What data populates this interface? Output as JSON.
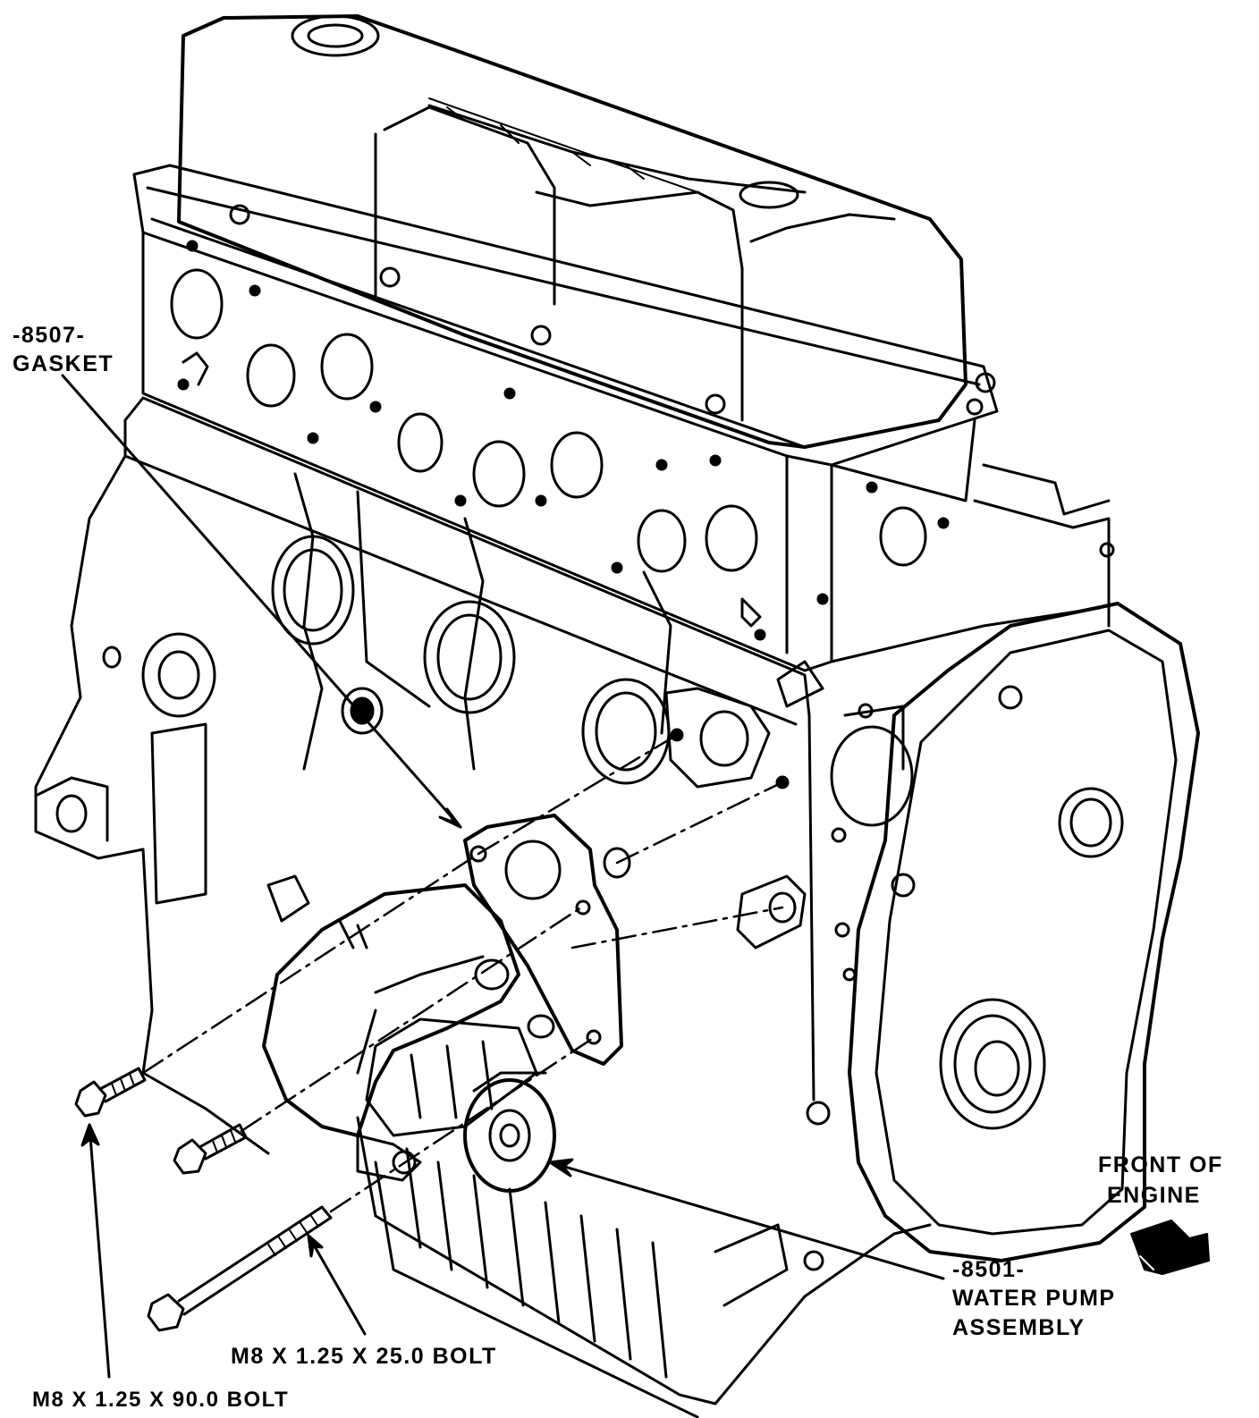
{
  "figure": {
    "colors": {
      "ink": "#000000",
      "paper": "#ffffff"
    }
  },
  "callouts": {
    "gasket": {
      "part_number": "-8507-",
      "name": "GASKET"
    },
    "water_pump": {
      "part_number": "-8501-",
      "name_line1": "WATER PUMP",
      "name_line2": "ASSEMBLY"
    },
    "bolt_short": {
      "text": "M8 X 1.25 X 25.0 BOLT"
    },
    "bolt_long": {
      "text": "M8 X 1.25 X 90.0 BOLT"
    },
    "front_of_engine": {
      "line1": "FRONT OF",
      "line2": "ENGINE"
    }
  }
}
